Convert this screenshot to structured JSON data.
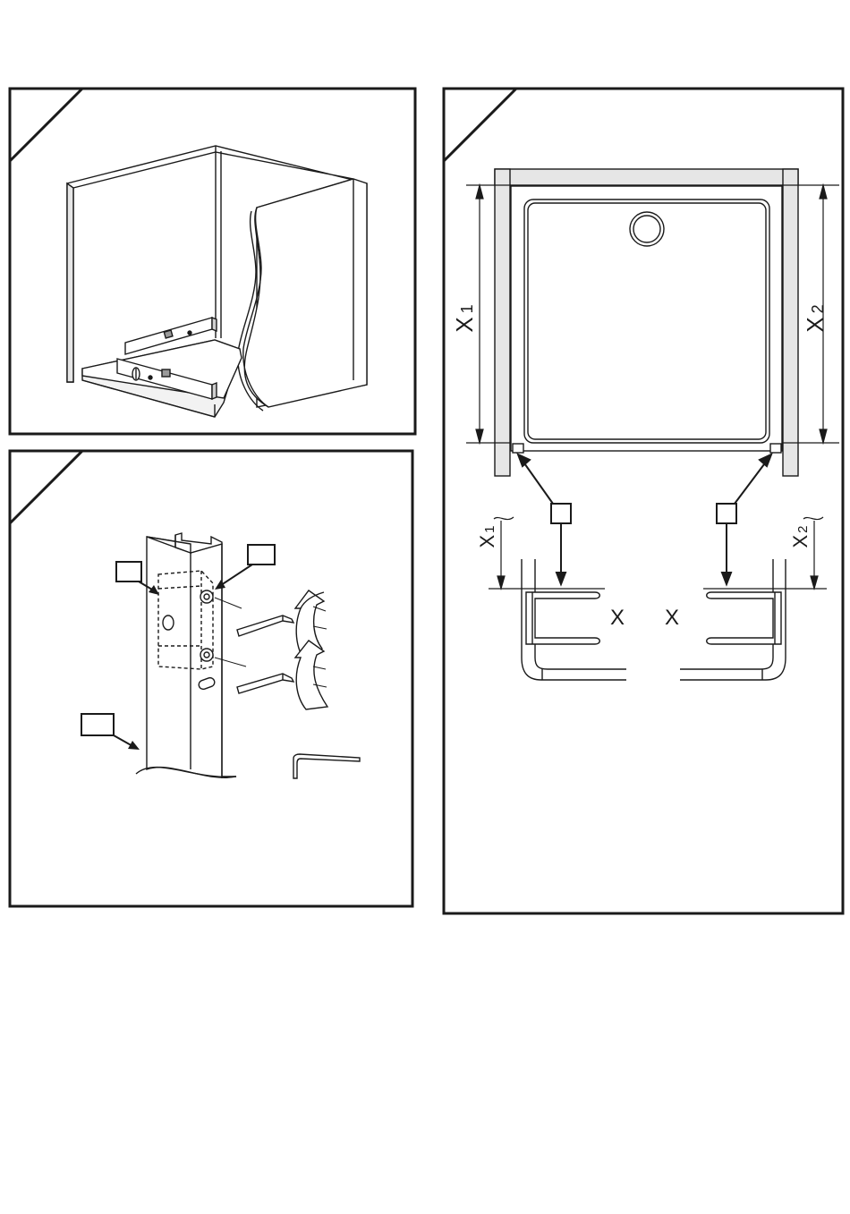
{
  "panel_3": {
    "label_x1": "X",
    "label_x1_sub": "1",
    "label_x2": "X",
    "label_x2_sub": "2",
    "detail_x1": "X",
    "detail_x1_sub": "1",
    "detail_x2": "X",
    "detail_x2_sub": "2",
    "gap_left": "X",
    "gap_right": "X"
  }
}
